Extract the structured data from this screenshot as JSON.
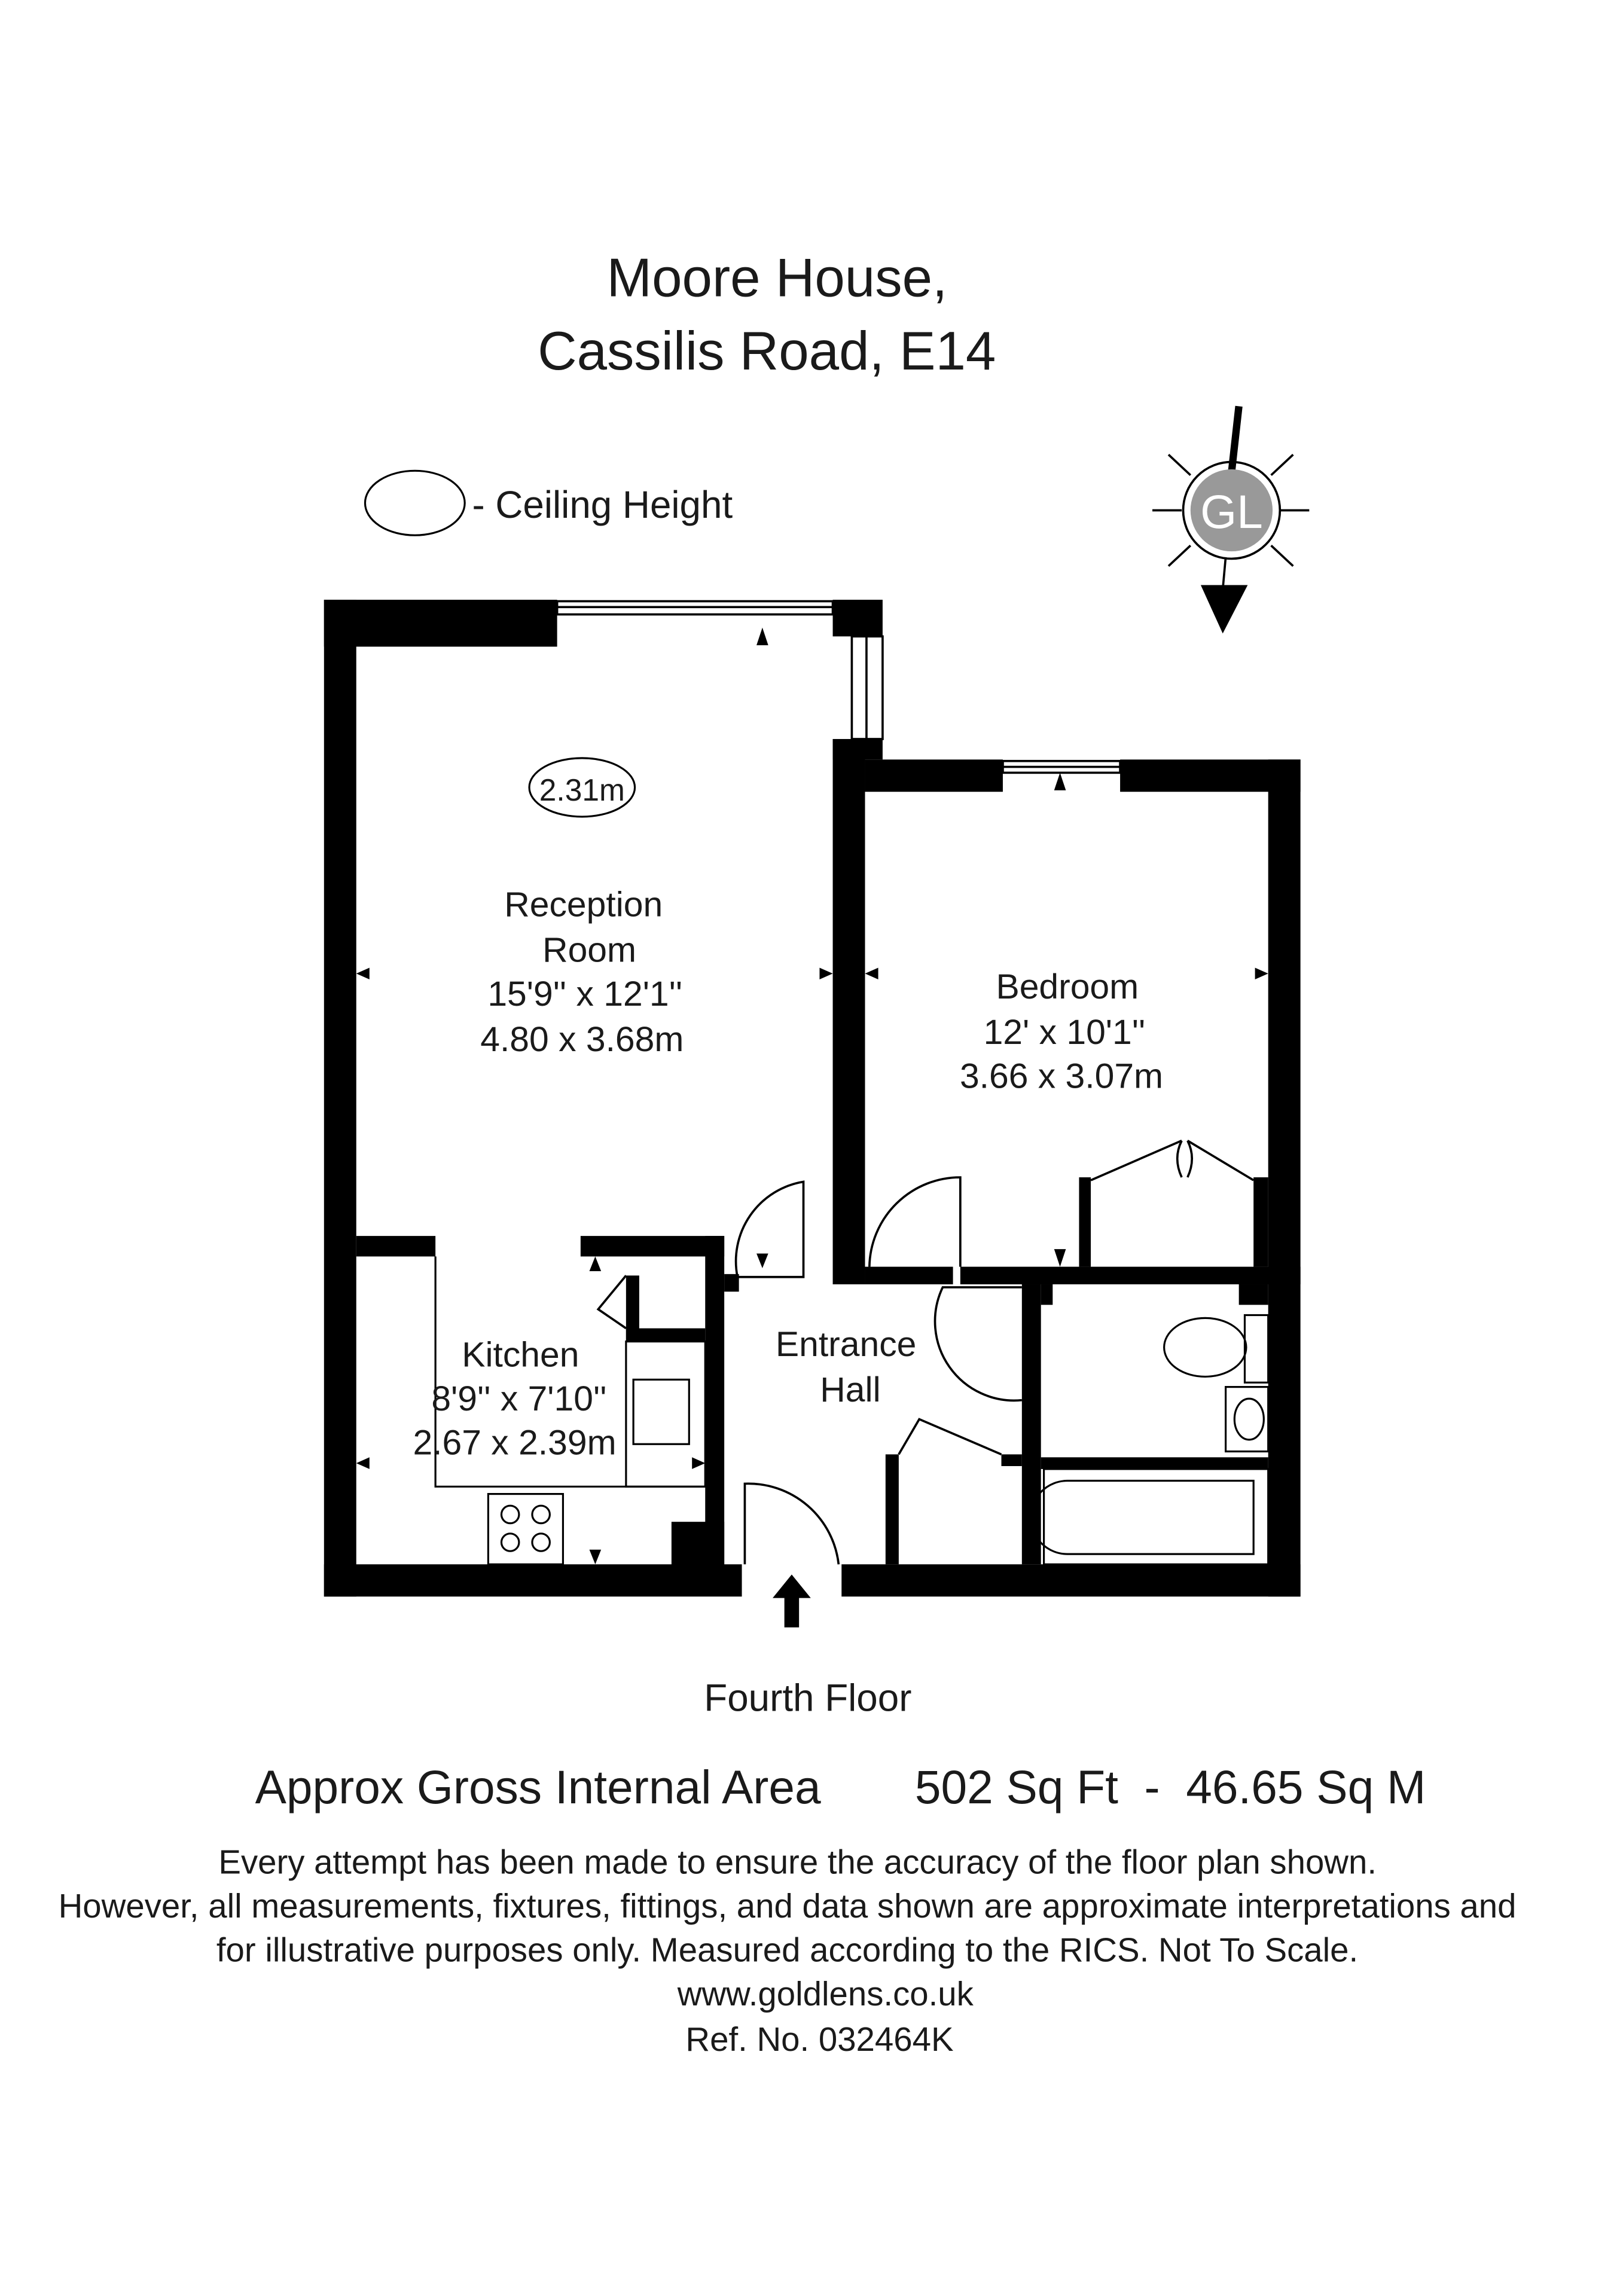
{
  "title": {
    "line1": "Moore House,",
    "line2": "Cassilis Road, E14"
  },
  "legend": {
    "ceiling_height_label": "- Ceiling Height"
  },
  "compass": {
    "logo_text": "GL"
  },
  "rooms": {
    "reception": {
      "ceiling_height": "2.31m",
      "name_line1": "Reception",
      "name_line2": "Room",
      "size_imperial": "15'9'' x 12'1''",
      "size_metric": "4.80 x 3.68m"
    },
    "bedroom": {
      "name": "Bedroom",
      "size_imperial": "12' x 10'1''",
      "size_metric": "3.66 x 3.07m"
    },
    "kitchen": {
      "name": "Kitchen",
      "size_imperial": "8'9'' x 7'10''",
      "size_metric": "2.67 x 2.39m"
    },
    "entrance_hall": {
      "name_line1": "Entrance",
      "name_line2": "Hall"
    }
  },
  "floor_label": "Fourth Floor",
  "area": {
    "label": "Approx Gross Internal Area",
    "value": "502 Sq Ft  -  46.65 Sq M"
  },
  "disclaimer": {
    "line1": "Every attempt has been made to ensure the accuracy of the floor plan shown.",
    "line2": "However, all measurements, fixtures, fittings, and data shown are approximate interpretations and",
    "line3": "for illustrative purposes only. Measured according to the RICS. Not To Scale.",
    "website": "www.goldlens.co.uk",
    "reference": "Ref. No. 032464K"
  },
  "colors": {
    "wall": "#000000",
    "text": "#1a1a1a",
    "logo_fill": "#999999"
  }
}
